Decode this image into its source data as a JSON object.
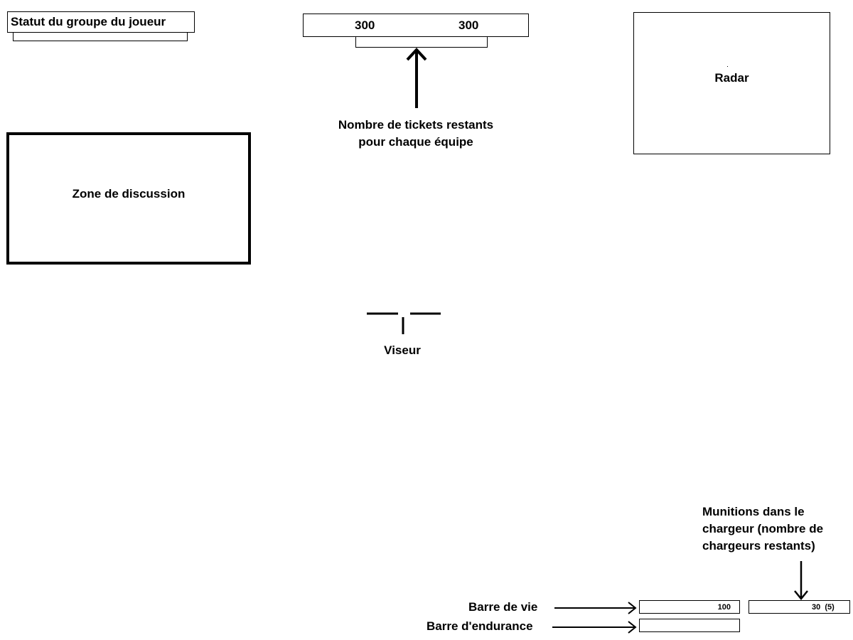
{
  "group_status": {
    "label": "Statut du groupe du joueur"
  },
  "tickets": {
    "team1": "300",
    "team2": "300",
    "caption_line1": "Nombre de tickets restants",
    "caption_line2": "pour chaque équipe"
  },
  "radar": {
    "label": "Radar"
  },
  "chat": {
    "label": "Zone de discussion"
  },
  "crosshair": {
    "label": "Viseur"
  },
  "health": {
    "label": "Barre de vie",
    "value": "100"
  },
  "stamina": {
    "label": "Barre d'endurance"
  },
  "ammo": {
    "value": "30  (5)",
    "caption_line1": "Munitions dans le",
    "caption_line2": "chargeur (nombre de",
    "caption_line3": "chargeurs restants)"
  }
}
